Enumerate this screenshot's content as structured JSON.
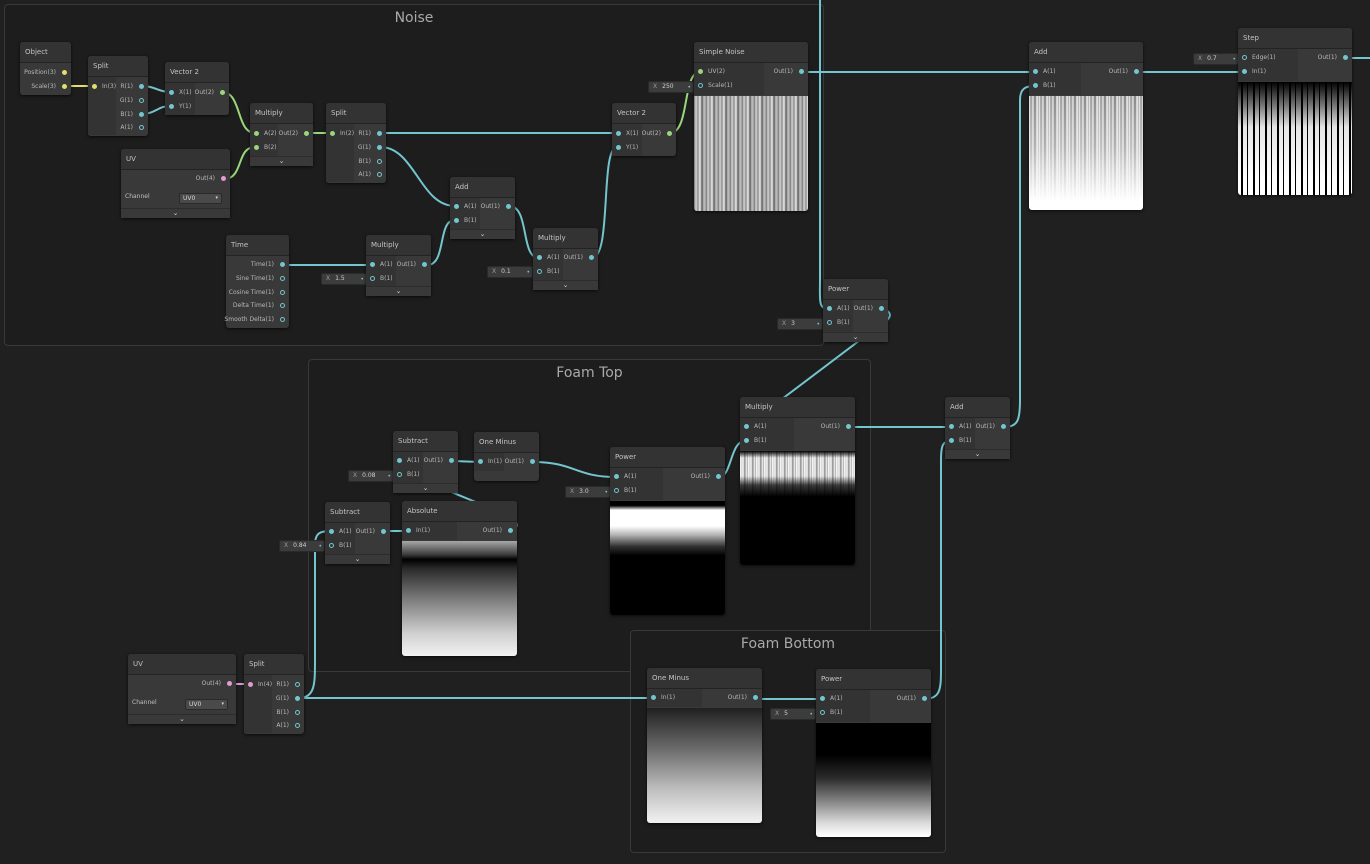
{
  "groups": {
    "noise": "Noise",
    "foam_top": "Foam Top",
    "foam_bottom": "Foam Bottom"
  },
  "colors": {
    "background": "#202020",
    "wire_float": "#73c5ce",
    "wire_vector2": "#9ad67a",
    "wire_vector3": "#e3dd6c",
    "wire_vector4": "#e39ad5"
  },
  "nodes": {
    "object": {
      "title": "Object",
      "outputs": [
        "Position(3)",
        "Scale(3)"
      ]
    },
    "split_a": {
      "title": "Split",
      "inputs": [
        "In(3)"
      ],
      "outputs": [
        "R(1)",
        "G(1)",
        "B(1)",
        "A(1)"
      ]
    },
    "vector2_a": {
      "title": "Vector 2",
      "inputs": [
        "X(1)",
        "Y(1)"
      ],
      "outputs": [
        "Out(2)"
      ]
    },
    "uv_a": {
      "title": "UV",
      "outputs": [
        "Out(4)"
      ],
      "channel_label": "Channel",
      "channel_value": "UV0"
    },
    "multiply_a": {
      "title": "Multiply",
      "inputs": [
        "A(2)",
        "B(2)"
      ],
      "outputs": [
        "Out(2)"
      ]
    },
    "split_b": {
      "title": "Split",
      "inputs": [
        "In(2)"
      ],
      "outputs": [
        "R(1)",
        "G(1)",
        "B(1)",
        "A(1)"
      ]
    },
    "time": {
      "title": "Time",
      "outputs": [
        "Time(1)",
        "Sine Time(1)",
        "Cosine Time(1)",
        "Delta Time(1)",
        "Smooth Delta(1)"
      ]
    },
    "multiply_b": {
      "title": "Multiply",
      "inputs": [
        "A(1)",
        "B(1)"
      ],
      "outputs": [
        "Out(1)"
      ],
      "input_values": {
        "x": "X",
        "v": "1.5"
      }
    },
    "add_a": {
      "title": "Add",
      "inputs": [
        "A(1)",
        "B(1)"
      ],
      "outputs": [
        "Out(1)"
      ]
    },
    "multiply_c": {
      "title": "Multiply",
      "inputs": [
        "A(1)",
        "B(1)"
      ],
      "outputs": [
        "Out(1)"
      ],
      "input_values": {
        "x": "X",
        "v": "0.1"
      }
    },
    "vector2_b": {
      "title": "Vector 2",
      "inputs": [
        "X(1)",
        "Y(1)"
      ],
      "outputs": [
        "Out(2)"
      ]
    },
    "simple_noise": {
      "title": "Simple Noise",
      "inputs": [
        "UV(2)",
        "Scale(1)"
      ],
      "outputs": [
        "Out(1)"
      ],
      "input_values": {
        "x": "X",
        "v": "250"
      }
    },
    "power_a": {
      "title": "Power",
      "inputs": [
        "A(1)",
        "B(1)"
      ],
      "outputs": [
        "Out(1)"
      ],
      "input_values": {
        "x": "X",
        "v": "3"
      }
    },
    "add_b": {
      "title": "Add",
      "inputs": [
        "A(1)",
        "B(1)"
      ],
      "outputs": [
        "Out(1)"
      ]
    },
    "step": {
      "title": "Step",
      "inputs": [
        "Edge(1)",
        "In(1)"
      ],
      "outputs": [
        "Out(1)"
      ],
      "input_values": {
        "x": "X",
        "v": "0.7"
      }
    },
    "subtract_a": {
      "title": "Subtract",
      "inputs": [
        "A(1)",
        "B(1)"
      ],
      "outputs": [
        "Out(1)"
      ],
      "input_values": {
        "x": "X",
        "v": "0.08"
      }
    },
    "one_minus_a": {
      "title": "One Minus",
      "inputs": [
        "In(1)"
      ],
      "outputs": [
        "Out(1)"
      ]
    },
    "power_b": {
      "title": "Power",
      "inputs": [
        "A(1)",
        "B(1)"
      ],
      "outputs": [
        "Out(1)"
      ],
      "input_values": {
        "x": "X",
        "v": "3.0"
      }
    },
    "multiply_d": {
      "title": "Multiply",
      "inputs": [
        "A(1)",
        "B(1)"
      ],
      "outputs": [
        "Out(1)"
      ]
    },
    "subtract_b": {
      "title": "Subtract",
      "inputs": [
        "A(1)",
        "B(1)"
      ],
      "outputs": [
        "Out(1)"
      ],
      "input_values": {
        "x": "X",
        "v": "0.84"
      }
    },
    "absolute": {
      "title": "Absolute",
      "inputs": [
        "In(1)"
      ],
      "outputs": [
        "Out(1)"
      ]
    },
    "add_c": {
      "title": "Add",
      "inputs": [
        "A(1)",
        "B(1)"
      ],
      "outputs": [
        "Out(1)"
      ]
    },
    "uv_b": {
      "title": "UV",
      "outputs": [
        "Out(4)"
      ],
      "channel_label": "Channel",
      "channel_value": "UV0"
    },
    "split_c": {
      "title": "Split",
      "inputs": [
        "In(4)"
      ],
      "outputs": [
        "R(1)",
        "G(1)",
        "B(1)",
        "A(1)"
      ]
    },
    "one_minus_b": {
      "title": "One Minus",
      "inputs": [
        "In(1)"
      ],
      "outputs": [
        "Out(1)"
      ]
    },
    "power_c": {
      "title": "Power",
      "inputs": [
        "A(1)",
        "B(1)"
      ],
      "outputs": [
        "Out(1)"
      ],
      "input_values": {
        "x": "X",
        "v": "5"
      }
    }
  }
}
